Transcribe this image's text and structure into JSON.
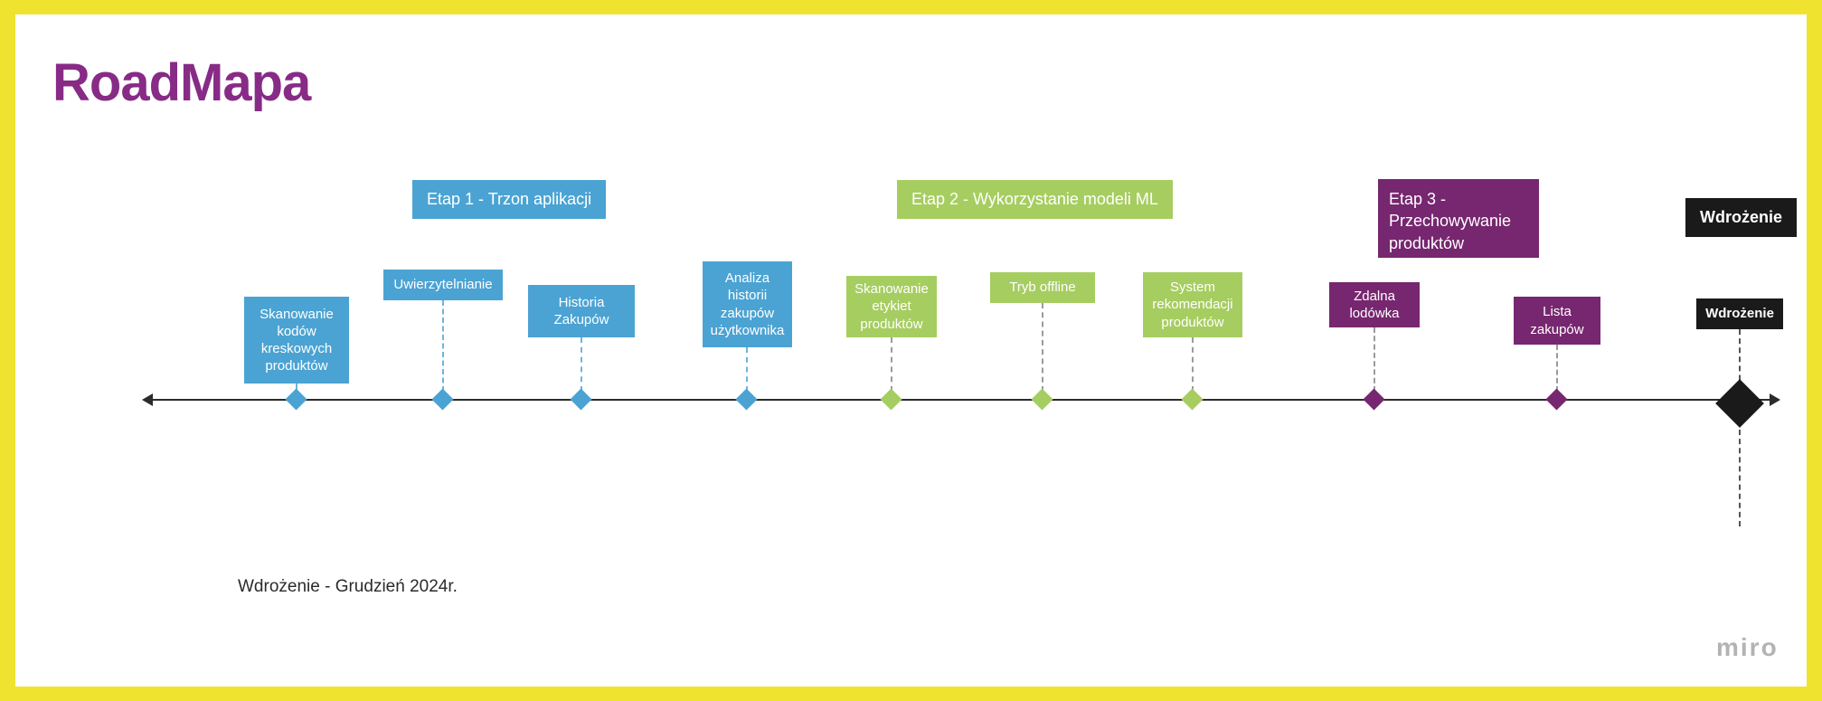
{
  "page": {
    "title": "RoadMapa",
    "footnote": "Wdrożenie - Grudzień 2024r.",
    "watermark": "miro"
  },
  "colors": {
    "frame": "#F0E32F",
    "title": "#872B86",
    "stage1_blue": "#4BA3D3",
    "stage2_green": "#A6CD60",
    "stage3_purple": "#76276F",
    "deployment_black": "#1A1A1A",
    "timeline_axis": "#2B2B2B"
  },
  "stages": [
    {
      "label": "Etap 1 - Trzon aplikacji",
      "color": "#4BA3D3"
    },
    {
      "label": "Etap 2 - Wykorzystanie modeli ML",
      "color": "#A6CD60"
    },
    {
      "label": "Etap 3 - Przechowywanie produktów",
      "color": "#76276F"
    },
    {
      "label": "Wdrożenie",
      "color": "#1A1A1A"
    }
  ],
  "milestones": [
    {
      "label": "Skanowanie kodów kreskowych produktów",
      "color": "#4BA3D3"
    },
    {
      "label": "Uwierzytelnianie",
      "color": "#4BA3D3"
    },
    {
      "label": "Historia Zakupów",
      "color": "#4BA3D3"
    },
    {
      "label": "Analiza historii zakupów użytkownika",
      "color": "#4BA3D3"
    },
    {
      "label": "Skanowanie etykiet produktów",
      "color": "#A6CD60"
    },
    {
      "label": "Tryb offline",
      "color": "#A6CD60"
    },
    {
      "label": "System rekomendacji produktów",
      "color": "#A6CD60"
    },
    {
      "label": "Zdalna lodówka",
      "color": "#76276F"
    },
    {
      "label": "Lista zakupów",
      "color": "#76276F"
    },
    {
      "label": "Wdrożenie",
      "color": "#1A1A1A"
    }
  ]
}
